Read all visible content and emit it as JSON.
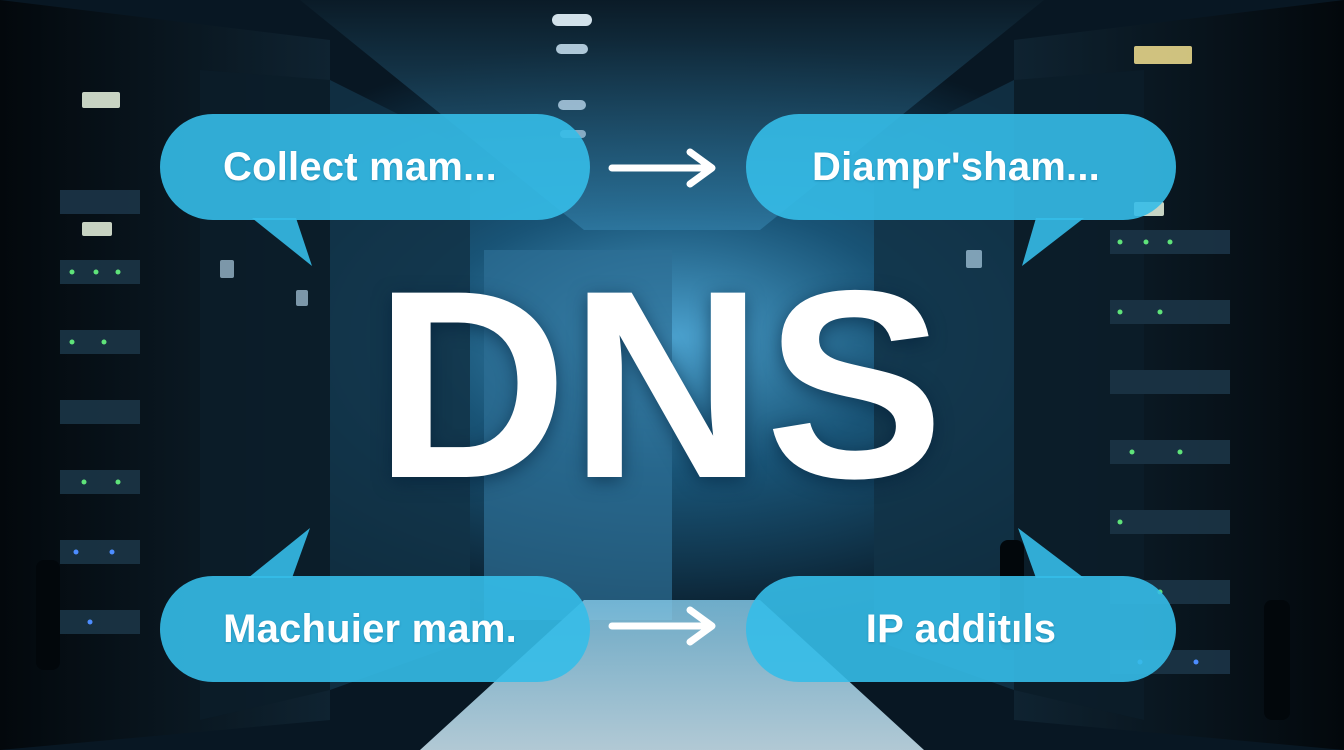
{
  "title": "DNS",
  "bubbles": {
    "top_left": "Collect mam...",
    "top_right": "Diampr'sham...",
    "bottom_left": "Machuier mam.",
    "bottom_right": "IP additıls"
  },
  "arrow_icon": "arrow-right-icon",
  "colors": {
    "bubble": "#35bde8",
    "text": "#ffffff",
    "background": "#07141d",
    "rack_led_green": "#5fe37a",
    "rack_led_blue": "#4d8dff"
  }
}
